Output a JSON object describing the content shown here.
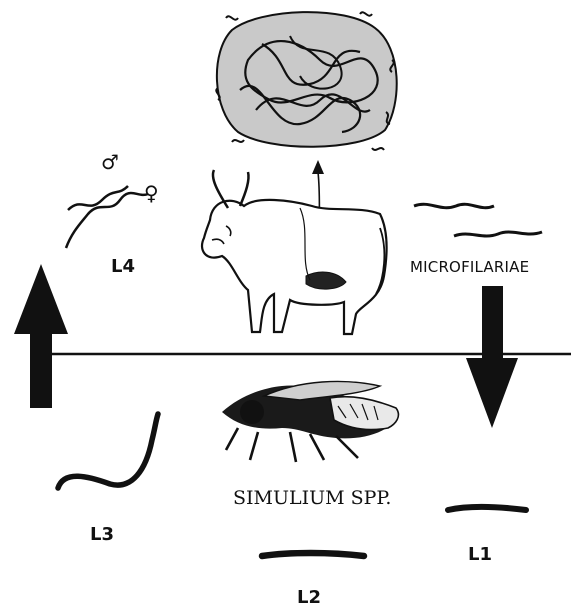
{
  "labels": {
    "l4": "L4",
    "microfilariae": "MICROFILARIAE",
    "l3": "L3",
    "simulium": "SIMULIUM SPP.",
    "l1": "L1",
    "l2": "L2",
    "male_symbol": "♂",
    "female_symbol": "♀"
  },
  "colors": {
    "ink": "#111111",
    "nodule_fill": "#c9c9c9",
    "background": "#ffffff"
  },
  "icons": {
    "nodule": "worm-nodule-icon",
    "host": "zebu-cattle-icon",
    "vector": "blackfly-icon"
  }
}
